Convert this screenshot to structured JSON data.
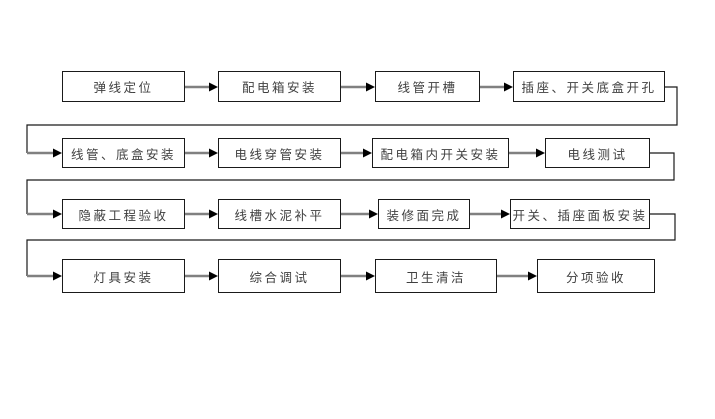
{
  "diagram": {
    "type": "flowchart",
    "colors": {
      "background": "#ffffff",
      "box_border": "#1a1a1a",
      "box_fill": "#ffffff",
      "text": "#3f3f3f",
      "connector": "#1a1a1a",
      "arrow_line": "#808080",
      "arrow_head": "#000000"
    },
    "rows": [
      {
        "steps": [
          "弹线定位",
          "配电箱安装",
          "线管开槽",
          "插座、开关底盒开孔"
        ]
      },
      {
        "steps": [
          "线管、底盒安装",
          "电线穿管安装",
          "配电箱内开关安装",
          "电线测试"
        ]
      },
      {
        "steps": [
          "隐蔽工程验收",
          "线槽水泥补平",
          "装修面完成",
          "开关、插座面板安装"
        ]
      },
      {
        "steps": [
          "灯具安装",
          "综合调试",
          "卫生清洁",
          "分项验收"
        ]
      }
    ]
  }
}
